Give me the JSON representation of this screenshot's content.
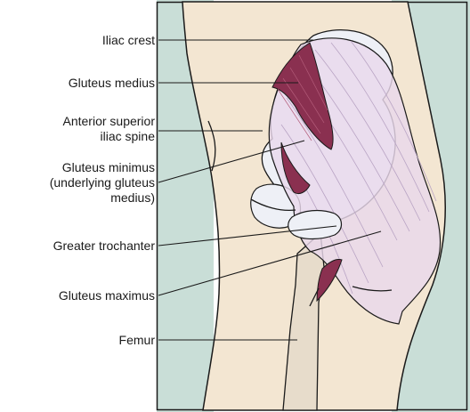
{
  "figure": {
    "labels": [
      {
        "id": "iliac-crest",
        "lines": [
          "Iliac crest"
        ]
      },
      {
        "id": "gluteus-medius",
        "lines": [
          "Gluteus medius"
        ]
      },
      {
        "id": "asis",
        "lines": [
          "Anterior superior",
          "iliac spine"
        ]
      },
      {
        "id": "gluteus-minimus",
        "lines": [
          "Gluteus minimus",
          "(underlying gluteus",
          "medius)"
        ]
      },
      {
        "id": "greater-trochanter",
        "lines": [
          "Greater trochanter"
        ]
      },
      {
        "id": "gluteus-maximus",
        "lines": [
          "Gluteus maximus"
        ]
      },
      {
        "id": "femur",
        "lines": [
          "Femur"
        ]
      }
    ]
  },
  "colors": {
    "background_panel": "#c9ded7",
    "skin": "#f3e6d2",
    "bone": "#e7dccb",
    "bone_overlay": "#eef0f6",
    "muscle": "#8a3050",
    "gluteus_maximus_fill": "#e9d8ec",
    "outline": "#1a1a1a",
    "leader_line": "#1a1a1a"
  }
}
